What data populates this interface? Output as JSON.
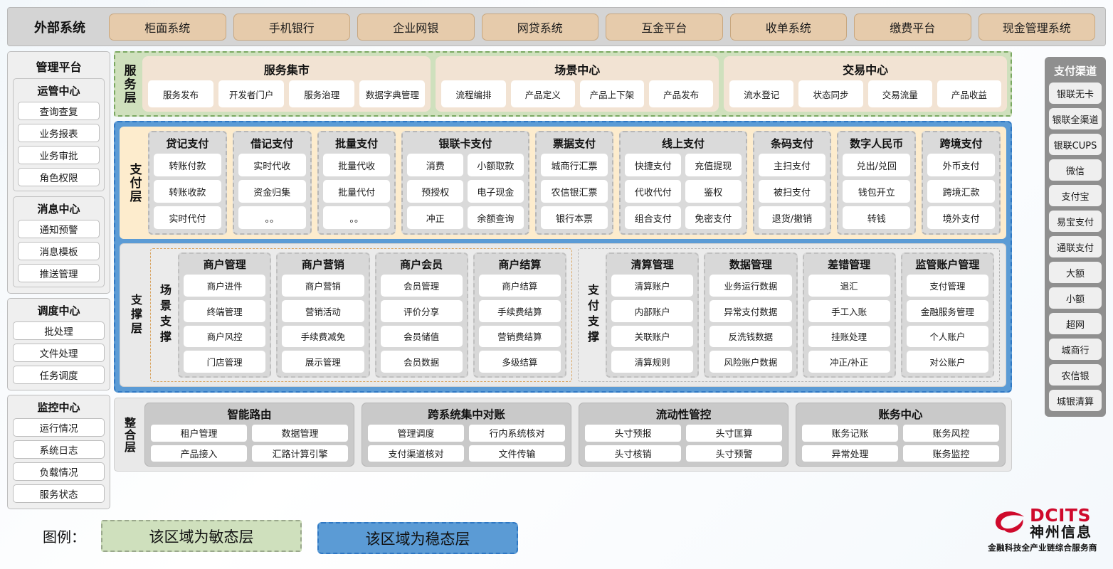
{
  "external": {
    "title": "外部系统",
    "systems": [
      "柜面系统",
      "手机银行",
      "企业网银",
      "网贷系统",
      "互金平台",
      "收单系统",
      "缴费平台",
      "现金管理系统"
    ]
  },
  "management": {
    "title": "管理平台",
    "groups": [
      {
        "title": "运管中心",
        "items": [
          "查询查复",
          "业务报表",
          "业务审批",
          "角色权限"
        ]
      },
      {
        "title": "消息中心",
        "items": [
          "通知预警",
          "消息模板",
          "推送管理"
        ]
      }
    ],
    "standalone_groups": [
      {
        "title": "调度中心",
        "items": [
          "批处理",
          "文件处理",
          "任务调度"
        ]
      },
      {
        "title": "监控中心",
        "items": [
          "运行情况",
          "系统日志",
          "负载情况",
          "服务状态"
        ]
      }
    ]
  },
  "channels": {
    "title": "支付渠道",
    "items": [
      "银联无卡",
      "银联全渠道",
      "银联CUPS",
      "微信",
      "支付宝",
      "易宝支付",
      "通联支付",
      "大额",
      "小额",
      "超网",
      "城商行",
      "农信银",
      "城银清算"
    ]
  },
  "service_layer": {
    "label": "服务层",
    "cards": [
      {
        "title": "服务集市",
        "items": [
          "服务发布",
          "开发者门户",
          "服务治理",
          "数据字典管理"
        ]
      },
      {
        "title": "场景中心",
        "items": [
          "流程编排",
          "产品定义",
          "产品上下架",
          "产品发布"
        ]
      },
      {
        "title": "交易中心",
        "items": [
          "流水登记",
          "状态同步",
          "交易流量",
          "产品收益"
        ]
      }
    ]
  },
  "payment_layer": {
    "label": "支付层",
    "columns": [
      {
        "title": "贷记支付",
        "cols": 1,
        "items": [
          "转账付款",
          "转账收款",
          "实时代付"
        ]
      },
      {
        "title": "借记支付",
        "cols": 1,
        "items": [
          "实时代收",
          "资金归集",
          "。。"
        ]
      },
      {
        "title": "批量支付",
        "cols": 1,
        "items": [
          "批量代收",
          "批量代付",
          "。。"
        ]
      },
      {
        "title": "银联卡支付",
        "cols": 2,
        "items": [
          "消费",
          "小额取款",
          "预授权",
          "电子现金",
          "冲正",
          "余额查询"
        ]
      },
      {
        "title": "票据支付",
        "cols": 1,
        "items": [
          "城商行汇票",
          "农信银汇票",
          "银行本票"
        ]
      },
      {
        "title": "线上支付",
        "cols": 2,
        "items": [
          "快捷支付",
          "充值提现",
          "代收代付",
          "鉴权",
          "组合支付",
          "免密支付"
        ]
      },
      {
        "title": "条码支付",
        "cols": 1,
        "items": [
          "主扫支付",
          "被扫支付",
          "退货/撤销"
        ]
      },
      {
        "title": "数字人民币",
        "cols": 1,
        "items": [
          "兑出/兑回",
          "钱包开立",
          "转钱"
        ]
      },
      {
        "title": "跨境支付",
        "cols": 1,
        "items": [
          "外币支付",
          "跨境汇款",
          "境外支付"
        ]
      }
    ]
  },
  "support_layer": {
    "label": "支撑层",
    "areas": [
      {
        "label": "场景支撑",
        "columns": [
          {
            "title": "商户管理",
            "items": [
              "商户进件",
              "终端管理",
              "商户风控",
              "门店管理"
            ]
          },
          {
            "title": "商户营销",
            "items": [
              "商户营销",
              "营销活动",
              "手续费减免",
              "展示管理"
            ]
          },
          {
            "title": "商户会员",
            "items": [
              "会员管理",
              "评价分享",
              "会员储值",
              "会员数据"
            ]
          },
          {
            "title": "商户结算",
            "items": [
              "商户结算",
              "手续费结算",
              "营销费结算",
              "多级结算"
            ]
          }
        ]
      },
      {
        "label": "支付支撑",
        "columns": [
          {
            "title": "清算管理",
            "items": [
              "清算账户",
              "内部账户",
              "关联账户",
              "清算规则"
            ]
          },
          {
            "title": "数据管理",
            "items": [
              "业务运行数据",
              "异常支付数据",
              "反洗钱数据",
              "风险账户数据"
            ]
          },
          {
            "title": "差错管理",
            "items": [
              "退汇",
              "手工入账",
              "挂账处理",
              "冲正/补正"
            ]
          },
          {
            "title": "监管账户管理",
            "items": [
              "支付管理",
              "金融服务管理",
              "个人账户",
              "对公账户"
            ]
          }
        ]
      }
    ]
  },
  "integration_layer": {
    "label": "整合层",
    "cards": [
      {
        "title": "智能路由",
        "items": [
          "租户管理",
          "数据管理",
          "产品接入",
          "汇路计算引擎"
        ]
      },
      {
        "title": "跨系统集中对账",
        "items": [
          "管理调度",
          "行内系统核对",
          "支付渠道核对",
          "文件传输"
        ]
      },
      {
        "title": "流动性管控",
        "items": [
          "头寸预报",
          "头寸匡算",
          "头寸核销",
          "头寸预警"
        ]
      },
      {
        "title": "账务中心",
        "items": [
          "账务记账",
          "账务风控",
          "异常处理",
          "账务监控"
        ]
      }
    ]
  },
  "legend": {
    "label": "图例：",
    "agile_text": "该区域为敏态层",
    "stable_text": "该区域为稳态层",
    "agile_color": "#cfe0bd",
    "stable_color": "#5b9bd5"
  },
  "logo": {
    "name_en": "DCITS",
    "name_cn": "神州信息",
    "tagline": "金融科技全产业链综合服务商",
    "brand_color": "#cf0a2c"
  }
}
